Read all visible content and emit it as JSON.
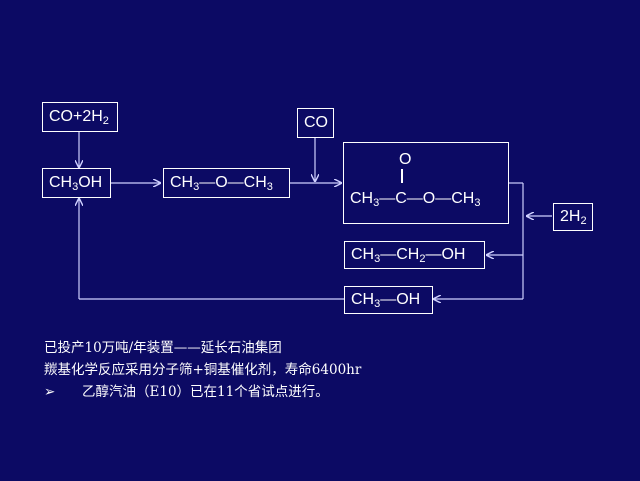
{
  "boxes": {
    "syngas": {
      "main": "CO+2H",
      "sub": "2"
    },
    "methanol": {
      "a": "CH",
      "a_sub": "3",
      "b": "OH"
    },
    "dme": {
      "a": "CH",
      "a_sub": "3",
      "b": "—O—CH",
      "b_sub": "3"
    },
    "co": {
      "main": "CO"
    },
    "methyl_acetate": {
      "o_top": "O",
      "a": "CH",
      "a_sub": "3",
      "b": "—C—O—CH",
      "b_sub": "3"
    },
    "hydrogen": {
      "main": "2H",
      "sub": "2"
    },
    "ethanol": {
      "a": "CH",
      "a_sub": "3",
      "b": "—CH",
      "b_sub": "2",
      "c": "—OH"
    },
    "methanol_out": {
      "a": "CH",
      "a_sub": "3",
      "b": "—OH"
    }
  },
  "notes": {
    "line1": "已投产10万吨/年装置——延长石油集团",
    "line2": "羰基化学反应采用分子筛+铜基催化剂，寿命6400hr",
    "bullet": "➢",
    "line3": "乙醇汽油（E10）已在11个省试点进行。"
  }
}
